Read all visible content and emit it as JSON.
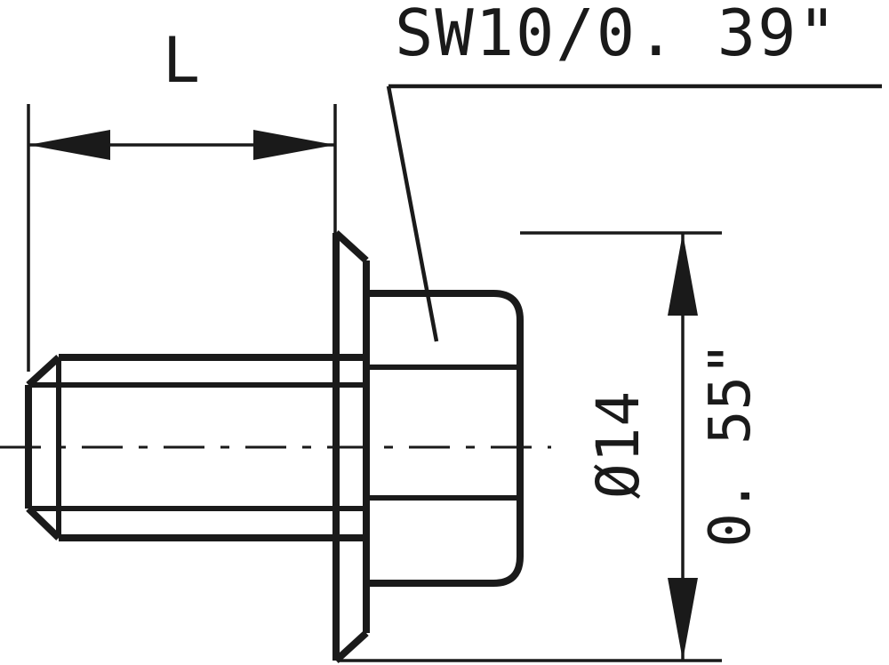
{
  "drawing": {
    "type": "engineering-drawing",
    "subject": "hex flange bolt side view",
    "background_color": "#ffffff",
    "line_color": "#1a1a1a",
    "annotations": {
      "head_note": {
        "text": "SW10/0. 39\"",
        "meaning": "wrench size across flats 10 mm / 0.39 inch",
        "position": "top-right, with leader to hex head"
      },
      "length_dimension": {
        "label": "L",
        "meaning": "shank length, unspecified variable",
        "position": "top-left, between extension lines"
      },
      "diameter_dimension": {
        "label": "Ø14",
        "value": "14",
        "symbol": "Ø",
        "meaning": "flange diameter 14 mm",
        "position": "right side, rotated vertical"
      },
      "diameter_inch": {
        "text": "0. 55\"",
        "meaning": "flange diameter 0.55 inch",
        "position": "right side, rotated vertical, outboard"
      }
    },
    "features": [
      {
        "name": "threaded-shank",
        "description": "chamfered left end, thread root lines"
      },
      {
        "name": "flange",
        "description": "thin collar left of hex head"
      },
      {
        "name": "hex-head",
        "description": "rounded right corners, across-flats lines"
      },
      {
        "name": "center-axis",
        "description": "horizontal dash-dot centerline"
      }
    ]
  }
}
